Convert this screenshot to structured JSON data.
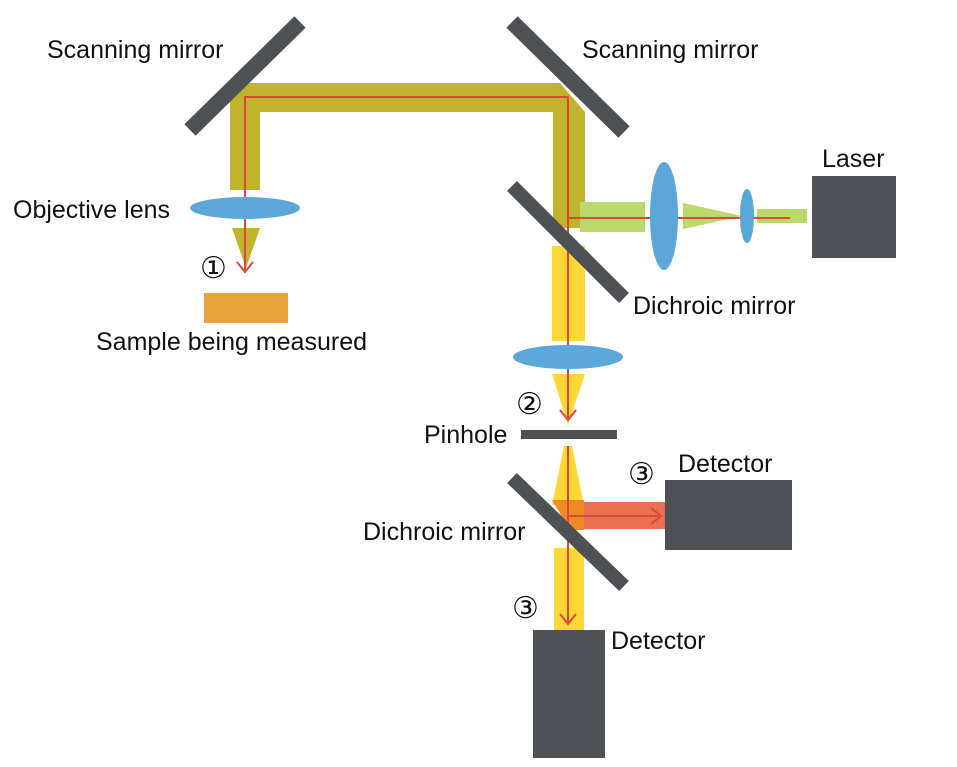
{
  "labels": {
    "scanning_mirror_left": "Scanning mirror",
    "scanning_mirror_right": "Scanning mirror",
    "laser": "Laser",
    "objective_lens": "Objective lens",
    "dichroic_mirror_upper": "Dichroic mirror",
    "sample": "Sample being measured",
    "pinhole": "Pinhole",
    "detector_right": "Detector",
    "dichroic_mirror_lower": "Dichroic mirror",
    "detector_bottom": "Detector"
  },
  "markers": {
    "one": "①",
    "two": "②",
    "three_right": "③",
    "three_bottom": "③"
  },
  "colors": {
    "beam_olive": "#bfb42a",
    "beam_green": "#bcd86a",
    "beam_yellow": "#fdd835",
    "beam_red": "#e8603c",
    "ray_red": "#d9483b",
    "lens_blue": "#5ba7d8",
    "component_gray": "#4d5054",
    "sample_orange": "#e8a23c"
  }
}
